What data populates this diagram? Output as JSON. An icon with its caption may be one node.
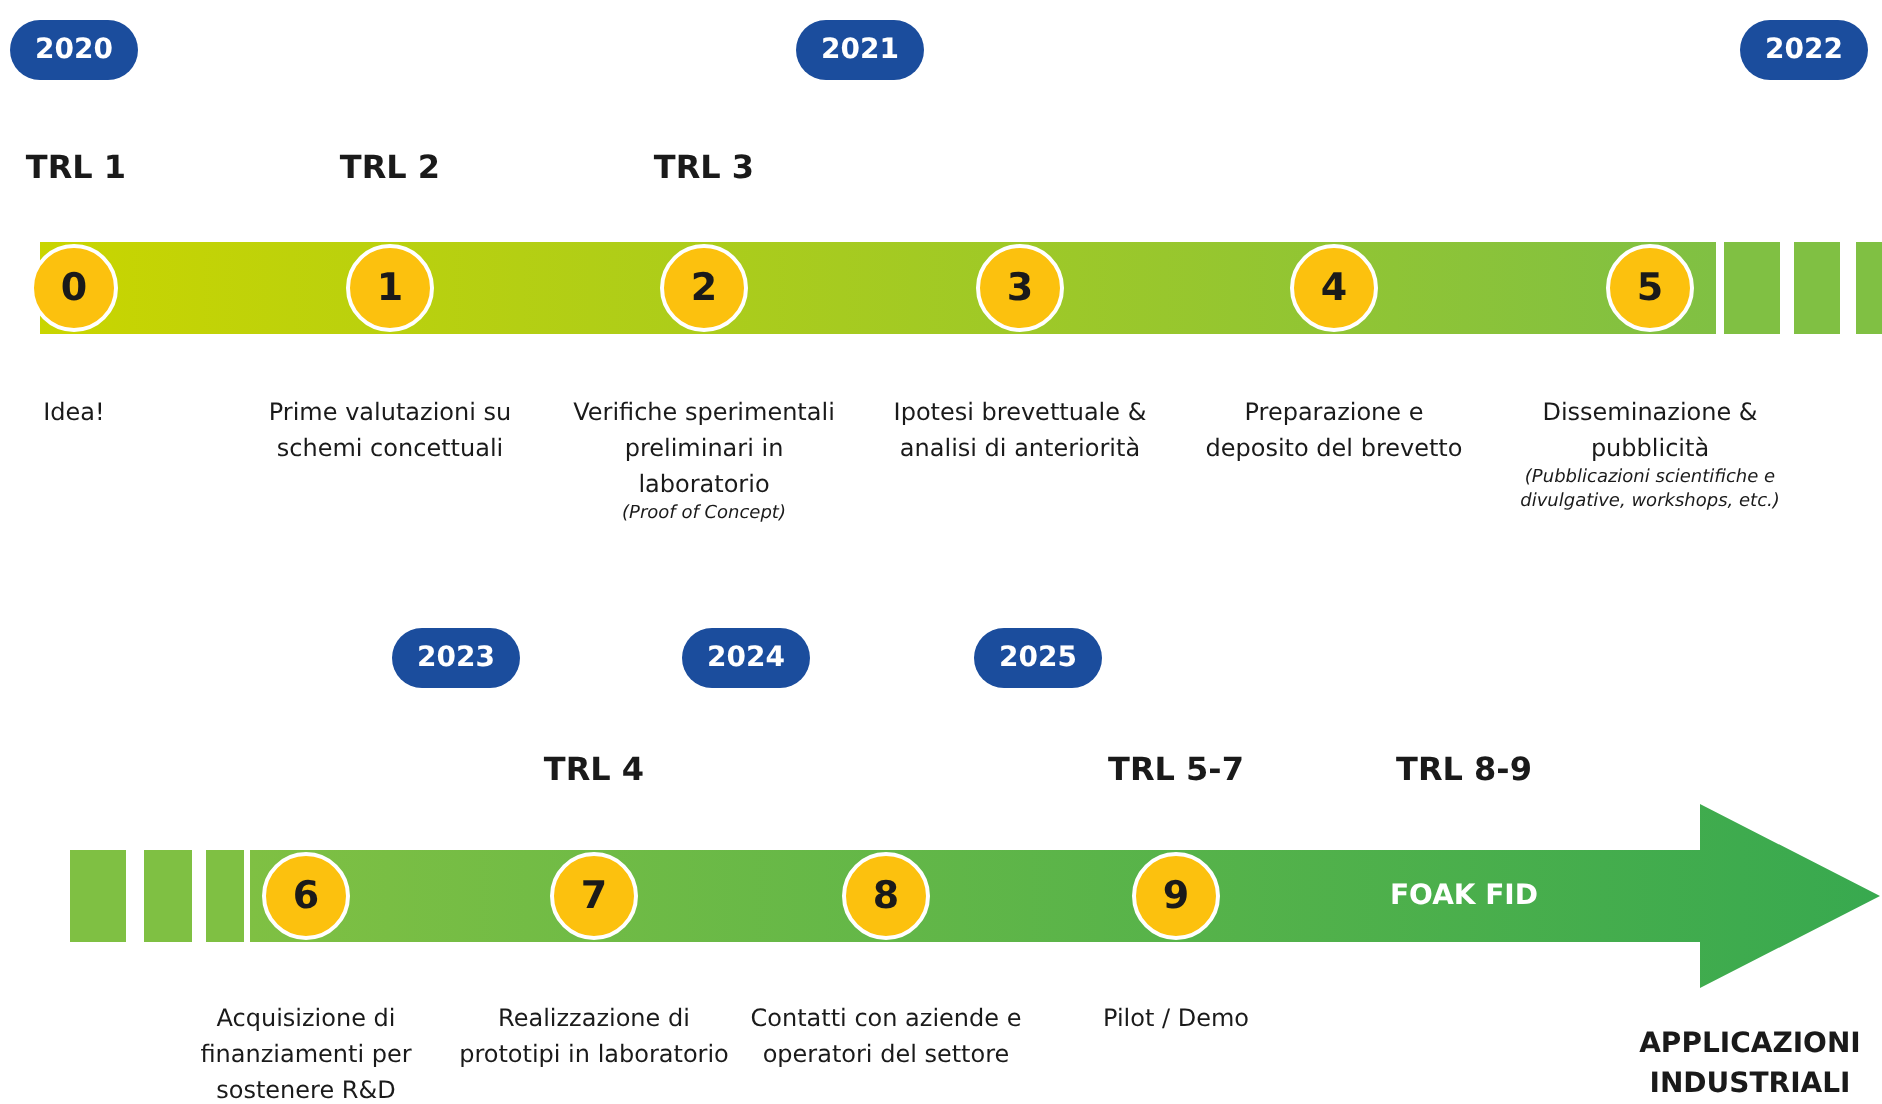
{
  "diagram": {
    "nodes": [
      {
        "text": [
          "0"
        ],
        "beside": [
          "Idea!"
        ]
      },
      {
        "text": [
          "1"
        ],
        "beside": [
          "Prime valutazioni su schemi concettuali"
        ]
      },
      {
        "text": [
          "2"
        ],
        "beside": [
          "Verifiche sperimentali preliminari in laboratorio",
          "(Proof of Concept)"
        ]
      },
      {
        "text": [
          "3"
        ],
        "beside": [
          "Ipotesi brevettuale & analisi di anteriorità"
        ]
      },
      {
        "text": [
          "4"
        ],
        "beside": [
          "Preparazione e deposito del brevetto"
        ]
      },
      {
        "text": [
          "5"
        ],
        "beside": [
          "Disseminazione & pubblicità",
          "(Pubblicazioni scientifiche e divulgative, workshops, etc.)"
        ]
      },
      {
        "text": [
          "6"
        ],
        "beside": [
          "Acquisizione di finanziamenti per sostenere R&D"
        ]
      },
      {
        "text": [
          "7"
        ],
        "beside": [
          "Realizzazione di prototipi in laboratorio"
        ]
      },
      {
        "text": [
          "8"
        ],
        "beside": [
          "Contatti con aziende e operatori del settore"
        ]
      },
      {
        "text": [
          "9"
        ],
        "beside": [
          "Pilot / Demo"
        ]
      }
    ],
    "labels": [
      "2020",
      "2021",
      "2022",
      "TRL 1",
      "TRL 2",
      "TRL 3",
      "2023",
      "2024",
      "2025",
      "TRL 4",
      "TRL 5-7",
      "TRL 8-9",
      "FOAK FID",
      "APPLICAZIONI INDUSTRIALI"
    ]
  }
}
